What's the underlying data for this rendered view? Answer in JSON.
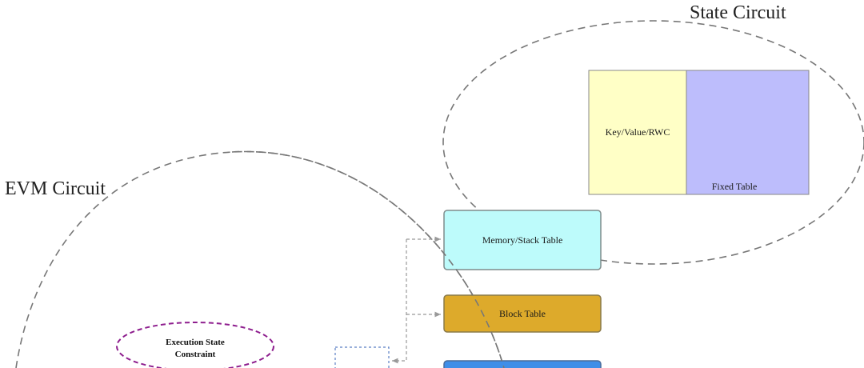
{
  "regions": {
    "state_circuit": {
      "label": "State Circuit"
    },
    "evm_circuit": {
      "label": "EVM Circuit"
    }
  },
  "tables": {
    "key_value_rwc": {
      "label": "Key/Value/RWC",
      "color": "#ffffc6"
    },
    "fixed_table": {
      "label": "Fixed Table",
      "color": "#bdbdfc"
    },
    "memory_stack_table": {
      "label": "Memory/Stack Table",
      "color": "#bdfbfb"
    },
    "block_table": {
      "label": "Block Table",
      "color": "#ddaa2b"
    },
    "bottom_table": {
      "label": "",
      "color": "#3f8ee8"
    }
  },
  "constraints": {
    "execution_state": {
      "line1": "Execution State",
      "line2": "Constraint",
      "border_color": "#8e1e8e"
    }
  },
  "colors": {
    "dashed_outline": "#777777",
    "arrow": "#999999",
    "small_box_border": "#5b7fc4"
  }
}
